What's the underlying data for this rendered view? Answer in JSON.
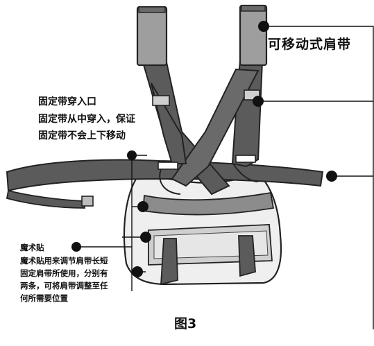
{
  "diagram": {
    "labels": {
      "shoulder_strap": "可移动式肩带",
      "entry_title": "固定带穿入口",
      "entry_line1": "固定带从中穿入，保证",
      "entry_line2": "固定带不会上下移动",
      "velcro_title": "魔术贴",
      "velcro_line1": "魔术贴用来调节肩带长短",
      "velcro_line2": "固定肩带所使用，分别有",
      "velcro_line3": "两条，可将肩带调整至任",
      "velcro_line4": "何所需要位置"
    },
    "caption": "图3",
    "colors": {
      "strap": "#5b5b5b",
      "strap_outline": "#222222",
      "pad": "#9e9e9e",
      "bag_body": "#efefef",
      "bag_band": "#8c8c8c",
      "callout_dot": "#111111"
    }
  }
}
